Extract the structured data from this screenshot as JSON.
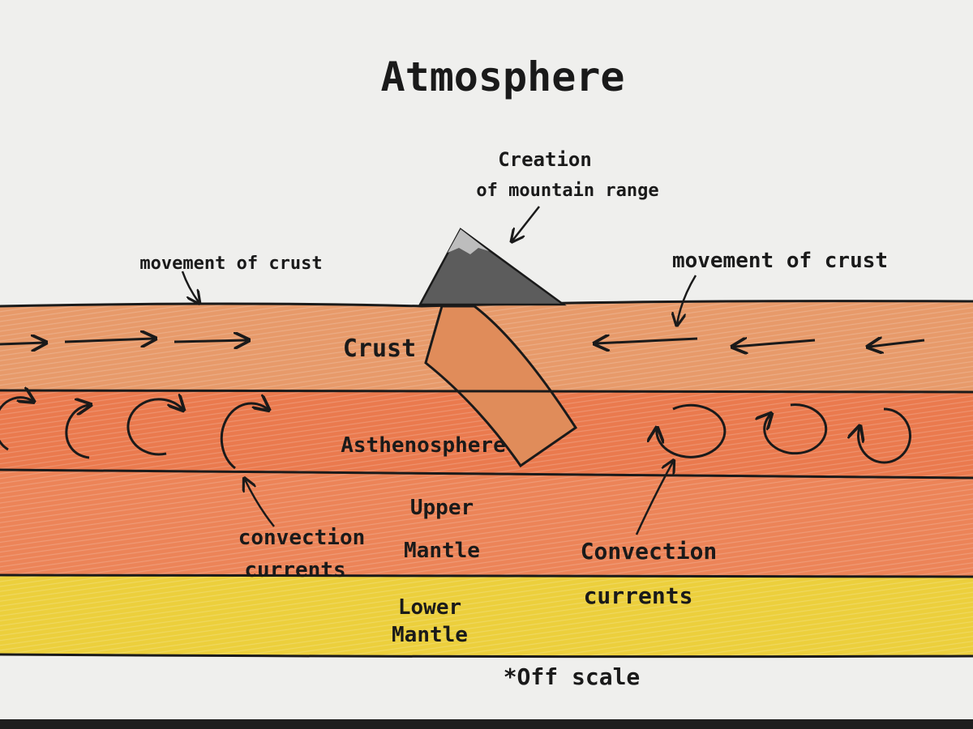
{
  "title": "Atmosphere",
  "labels": {
    "mountain": [
      "Creation",
      "of mountain range"
    ],
    "movement_left": "movement of crust",
    "movement_right": "movement of crust",
    "crust": "Crust",
    "asthenosphere": "Asthenosphere",
    "upper_mantle": [
      "Upper",
      "Mantle"
    ],
    "lower_mantle": [
      "Lower",
      "Mantle"
    ],
    "convection_left": [
      "convection",
      "currents"
    ],
    "convection_right": [
      "Convection",
      "currents"
    ],
    "scale": "*Off scale"
  },
  "colors": {
    "paper": "#efefed",
    "crust": "#e79a6a",
    "asthenosphere": "#ea7a4e",
    "upper_mantle": "#ec8458",
    "lower_mantle": "#eccf3c",
    "mountain": "#5c5c5c",
    "ink": "#1a1a1a"
  }
}
